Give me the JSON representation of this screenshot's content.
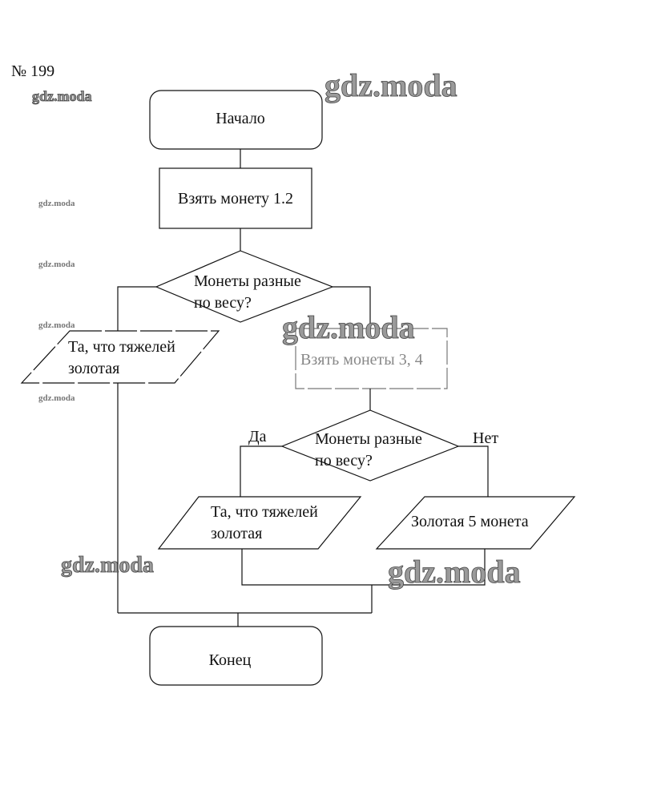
{
  "problem_number": "№ 199",
  "watermark": "gdz.moda",
  "flowchart": {
    "start": "Начало",
    "step1": "Взять монету 1.2",
    "decision1": {
      "line1": "Монеты разные",
      "line2": "по весу?"
    },
    "output1": {
      "line1": "Та, что тяжелей",
      "line2": "золотая"
    },
    "step2": "Взять монеты 3, 4",
    "decision2": {
      "line1": "Монеты разные",
      "line2": "по весу?",
      "yes": "Да",
      "no": "Нет"
    },
    "output2": {
      "line1": "Та, что тяжелей",
      "line2": "золотая"
    },
    "output3": "Золотая 5 монета",
    "end": "Конец"
  }
}
